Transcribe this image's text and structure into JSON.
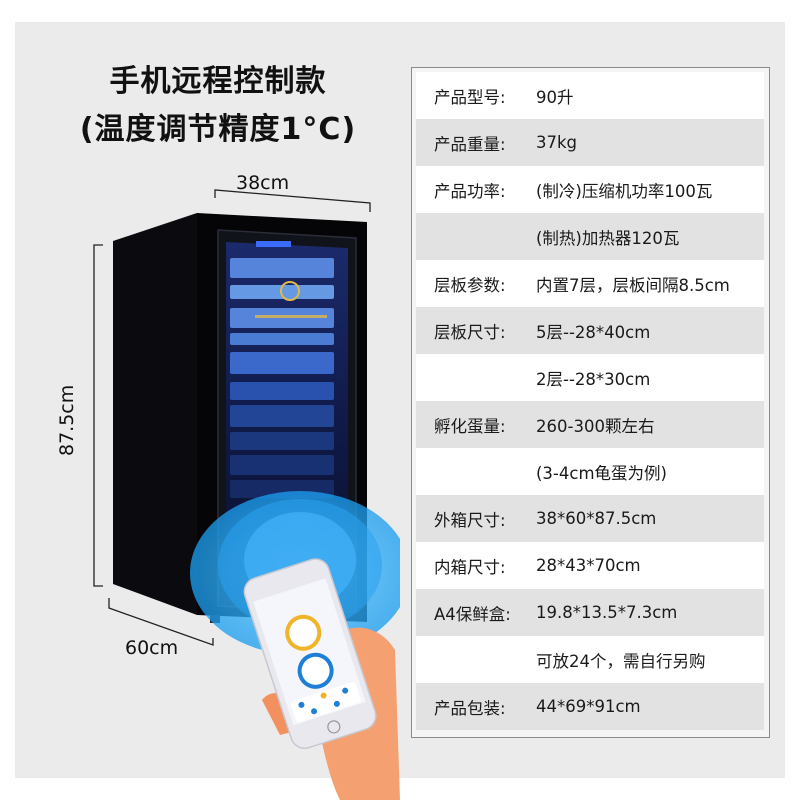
{
  "header": {
    "title_line1": "手机远程控制款",
    "title_line2": "(温度调节精度1°C)"
  },
  "product_image": {
    "dimension_width": "38cm",
    "dimension_height": "87.5cm",
    "dimension_depth": "60cm",
    "phone_app": {
      "gauge_top_color": "#f0b429",
      "gauge_bottom_color": "#1e7fd8"
    }
  },
  "specs": {
    "rows": [
      {
        "label": "产品型号:",
        "value": "90升"
      },
      {
        "label": "产品重量:",
        "value": "37kg"
      },
      {
        "label": "产品功率:",
        "value": "(制冷)压缩机功率100瓦"
      },
      {
        "label": "",
        "value": "(制热)加热器120瓦"
      },
      {
        "label": "层板参数:",
        "value": "内置7层，层板间隔8.5cm"
      },
      {
        "label": "层板尺寸:",
        "value": "5层--28*40cm"
      },
      {
        "label": "",
        "value": "2层--28*30cm"
      },
      {
        "label": "孵化蛋量:",
        "value": "260-300颗左右"
      },
      {
        "label": "",
        "value": "(3-4cm龟蛋为例)"
      },
      {
        "label": "外箱尺寸:",
        "value": "38*60*87.5cm"
      },
      {
        "label": "内箱尺寸:",
        "value": "28*43*70cm"
      },
      {
        "label": "A4保鲜盒:",
        "value": "19.8*13.5*7.3cm"
      },
      {
        "label": "",
        "value": "可放24个，需自行另购"
      },
      {
        "label": "产品包装:",
        "value": "44*69*91cm"
      }
    ]
  },
  "colors": {
    "panel_bg": "#ebebeb",
    "row_alt": "#e2e2e2",
    "accent_blue": "#1e88e5"
  }
}
